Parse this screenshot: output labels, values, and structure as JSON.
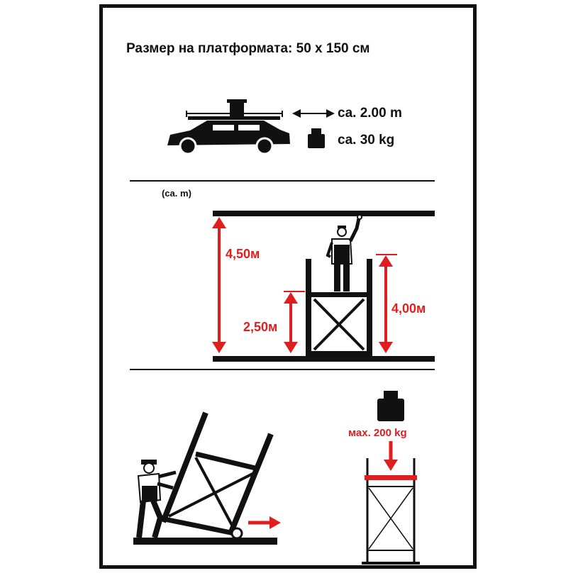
{
  "header": {
    "title": "Размер на платформата: 50 x 150 см"
  },
  "transport": {
    "length_label": "ca. 2.00 m",
    "weight_label": "ca. 30 kg"
  },
  "heights": {
    "unit_note": "(ca. m)",
    "ceiling_height": "4,50м",
    "platform_height": "2,50м",
    "reach_height": "4,00м"
  },
  "load": {
    "max_label": "мах. 200 kg"
  },
  "colors": {
    "accent": "#e01e1e",
    "ink": "#111111"
  },
  "icons": [
    "car-icon",
    "weight-icon",
    "worker-icon",
    "scaffold-icon",
    "arrow-icon"
  ]
}
